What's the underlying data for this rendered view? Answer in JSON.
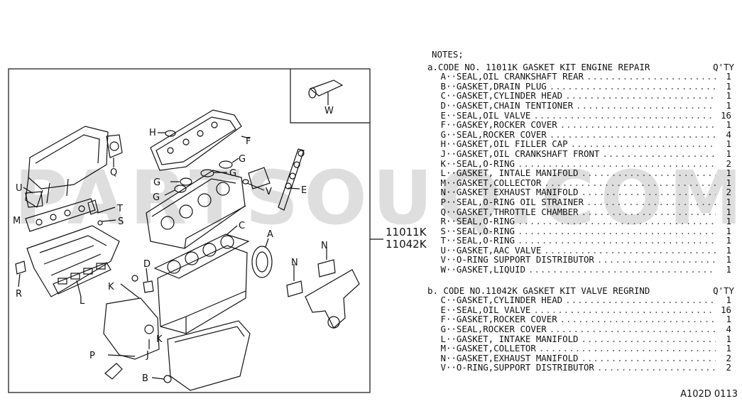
{
  "callout_letters": {
    "W": "W",
    "H": "H",
    "F": "F",
    "G": "G",
    "Q": "Q",
    "U": "U",
    "V": "V",
    "E": "E",
    "M": "M",
    "T": "T",
    "S": "S",
    "C": "C",
    "A": "A",
    "N": "N",
    "D": "D",
    "K": "K",
    "R": "R",
    "L": "L",
    "P": "P",
    "J": "J",
    "B": "B"
  },
  "kit_numbers": [
    "11011K",
    "11042K"
  ],
  "watermark": "PARTSOUQ.COM",
  "notes": {
    "heading": "NOTES;",
    "section_a": {
      "title": "a.CODE NO. 11011K GASKET KIT ENGINE REPAIR",
      "qty_header": "Q'TY",
      "items": [
        {
          "letter": "A",
          "desc": "SEAL,OIL CRANKSHAFT REAR",
          "qty": "1"
        },
        {
          "letter": "B",
          "desc": "GASKET,DRAIN PLUG",
          "qty": "1"
        },
        {
          "letter": "C",
          "desc": "GASKET,CYLINDER HEAD",
          "qty": "1"
        },
        {
          "letter": "D",
          "desc": "GASKET,CHAIN TENTIONER",
          "qty": "1"
        },
        {
          "letter": "E",
          "desc": "SEAL,OIL VALVE",
          "qty": "16"
        },
        {
          "letter": "F",
          "desc": "GASKEY,ROCKER COVER",
          "qty": "1"
        },
        {
          "letter": "G",
          "desc": "SEAL,ROCKER COVER",
          "qty": "4"
        },
        {
          "letter": "H",
          "desc": "GASKET,OIL FILLER CAP",
          "qty": "1"
        },
        {
          "letter": "J",
          "desc": "GASKET,OIL CRANKSHAFT FRONT",
          "qty": "1"
        },
        {
          "letter": "K",
          "desc": "SEAL,O-RING",
          "qty": "2"
        },
        {
          "letter": "L",
          "desc": "GASKET, INTALE MANIFOLD",
          "qty": "1"
        },
        {
          "letter": "M",
          "desc": "GASKET,COLLECTOR",
          "qty": "1"
        },
        {
          "letter": "N",
          "desc": "GASKET EXHAUST MANIFOLD",
          "qty": "2"
        },
        {
          "letter": "P",
          "desc": "SEAL,O-RING OIL STRAINER",
          "qty": "1"
        },
        {
          "letter": "Q",
          "desc": "GASKET,THROTTLE CHAMBER",
          "qty": "1"
        },
        {
          "letter": "R",
          "desc": "SEAL,O-RING",
          "qty": "1"
        },
        {
          "letter": "S",
          "desc": "SEAL,O-RING",
          "qty": "1"
        },
        {
          "letter": "T",
          "desc": "SEAL,O-RING",
          "qty": "1"
        },
        {
          "letter": "U",
          "desc": "GASKET,AAC VALVE",
          "qty": "1"
        },
        {
          "letter": "V",
          "desc": "O-RING SUPPORT DISTRIBUTOR",
          "qty": "1"
        },
        {
          "letter": "W",
          "desc": "GASKET,LIQUID",
          "qty": "1"
        }
      ]
    },
    "section_b": {
      "title": "b. CODE NO.11042K GASKET KIT VALVE REGRIND",
      "qty_header": "Q'TY",
      "items": [
        {
          "letter": "C",
          "desc": "GASKET,CYLINDER HEAD",
          "qty": "1"
        },
        {
          "letter": "E",
          "desc": "SEAL,OIL VALVE",
          "qty": "16"
        },
        {
          "letter": "F",
          "desc": "GASKET,ROCKER COVER",
          "qty": "1"
        },
        {
          "letter": "G",
          "desc": "SEAL,ROCKER COVER",
          "qty": "4"
        },
        {
          "letter": "L",
          "desc": "GASKET, INTAKE MANIFOLD",
          "qty": "1"
        },
        {
          "letter": "M",
          "desc": "GASKET,COLLETOR",
          "qty": "1"
        },
        {
          "letter": "N",
          "desc": "GASKET,EXHAUST MANIFOLD",
          "qty": "2"
        },
        {
          "letter": "V",
          "desc": "O-RING,SUPPORT DISTRIBUTOR",
          "qty": "2"
        }
      ]
    }
  },
  "reference_code": "A102D 0113"
}
